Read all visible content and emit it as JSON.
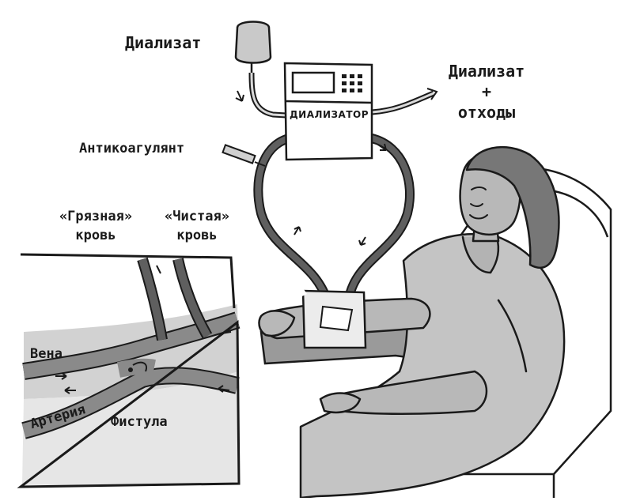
{
  "labels": {
    "dialysate_in": "Диализат",
    "dialysate_out_line1": "Диализат",
    "dialysate_out_plus": "+",
    "dialysate_out_line2": "отходы",
    "dialyzer": "ДИАЛИЗАТОР",
    "anticoagulant": "Антикоагулянт",
    "dirty_blood_line1": "«Грязная»",
    "dirty_blood_line2": "кровь",
    "clean_blood_line1": "«Чистая»",
    "clean_blood_line2": "кровь",
    "vein": "Вена",
    "artery": "Артерия",
    "fistula": "Фистула"
  },
  "colors": {
    "tube": "#5f5f5f",
    "vessel": "#8a8a8a",
    "skin": "#b8b8b8",
    "hair": "#777777",
    "line": "#1a1a1a",
    "panel_bg": "#d6d6d6"
  }
}
